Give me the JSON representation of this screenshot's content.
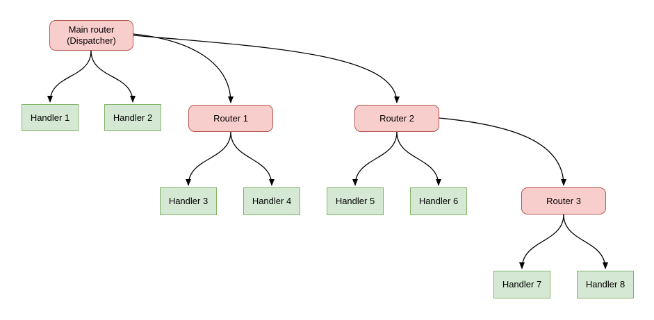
{
  "diagram": {
    "nodes": {
      "main_router": {
        "label": "Main router\n(Dispatcher)",
        "type": "router"
      },
      "router1": {
        "label": "Router 1",
        "type": "router"
      },
      "router2": {
        "label": "Router 2",
        "type": "router"
      },
      "router3": {
        "label": "Router 3",
        "type": "router"
      },
      "handler1": {
        "label": "Handler 1",
        "type": "handler"
      },
      "handler2": {
        "label": "Handler 2",
        "type": "handler"
      },
      "handler3": {
        "label": "Handler 3",
        "type": "handler"
      },
      "handler4": {
        "label": "Handler 4",
        "type": "handler"
      },
      "handler5": {
        "label": "Handler 5",
        "type": "handler"
      },
      "handler6": {
        "label": "Handler 6",
        "type": "handler"
      },
      "handler7": {
        "label": "Handler 7",
        "type": "handler"
      },
      "handler8": {
        "label": "Handler 8",
        "type": "handler"
      }
    },
    "edges": [
      {
        "from": "Main router (Dispatcher)",
        "to": "Handler 1"
      },
      {
        "from": "Main router (Dispatcher)",
        "to": "Handler 2"
      },
      {
        "from": "Main router (Dispatcher)",
        "to": "Router 1"
      },
      {
        "from": "Main router (Dispatcher)",
        "to": "Router 2"
      },
      {
        "from": "Router 1",
        "to": "Handler 3"
      },
      {
        "from": "Router 1",
        "to": "Handler 4"
      },
      {
        "from": "Router 2",
        "to": "Handler 5"
      },
      {
        "from": "Router 2",
        "to": "Handler 6"
      },
      {
        "from": "Router 2",
        "to": "Router 3"
      },
      {
        "from": "Router 3",
        "to": "Handler 7"
      },
      {
        "from": "Router 3",
        "to": "Handler 8"
      }
    ],
    "colors": {
      "router_fill": "#f8cecc",
      "router_border": "#b85450",
      "handler_fill": "#d5e8d4",
      "handler_border": "#82b366",
      "edge": "#000000",
      "text": "#000000",
      "background": "#ffffff"
    }
  }
}
